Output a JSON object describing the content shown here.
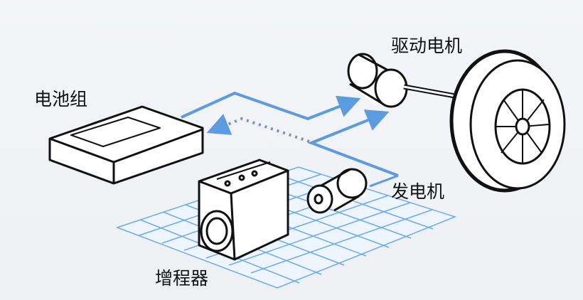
{
  "labels": {
    "drive_motor": "驱动电机",
    "battery_pack": "电池组",
    "generator": "发电机",
    "range_extender": "增程器"
  },
  "colors": {
    "flow": "#5b9be0",
    "grid": "#6aaaf0",
    "outline": "#111111"
  }
}
